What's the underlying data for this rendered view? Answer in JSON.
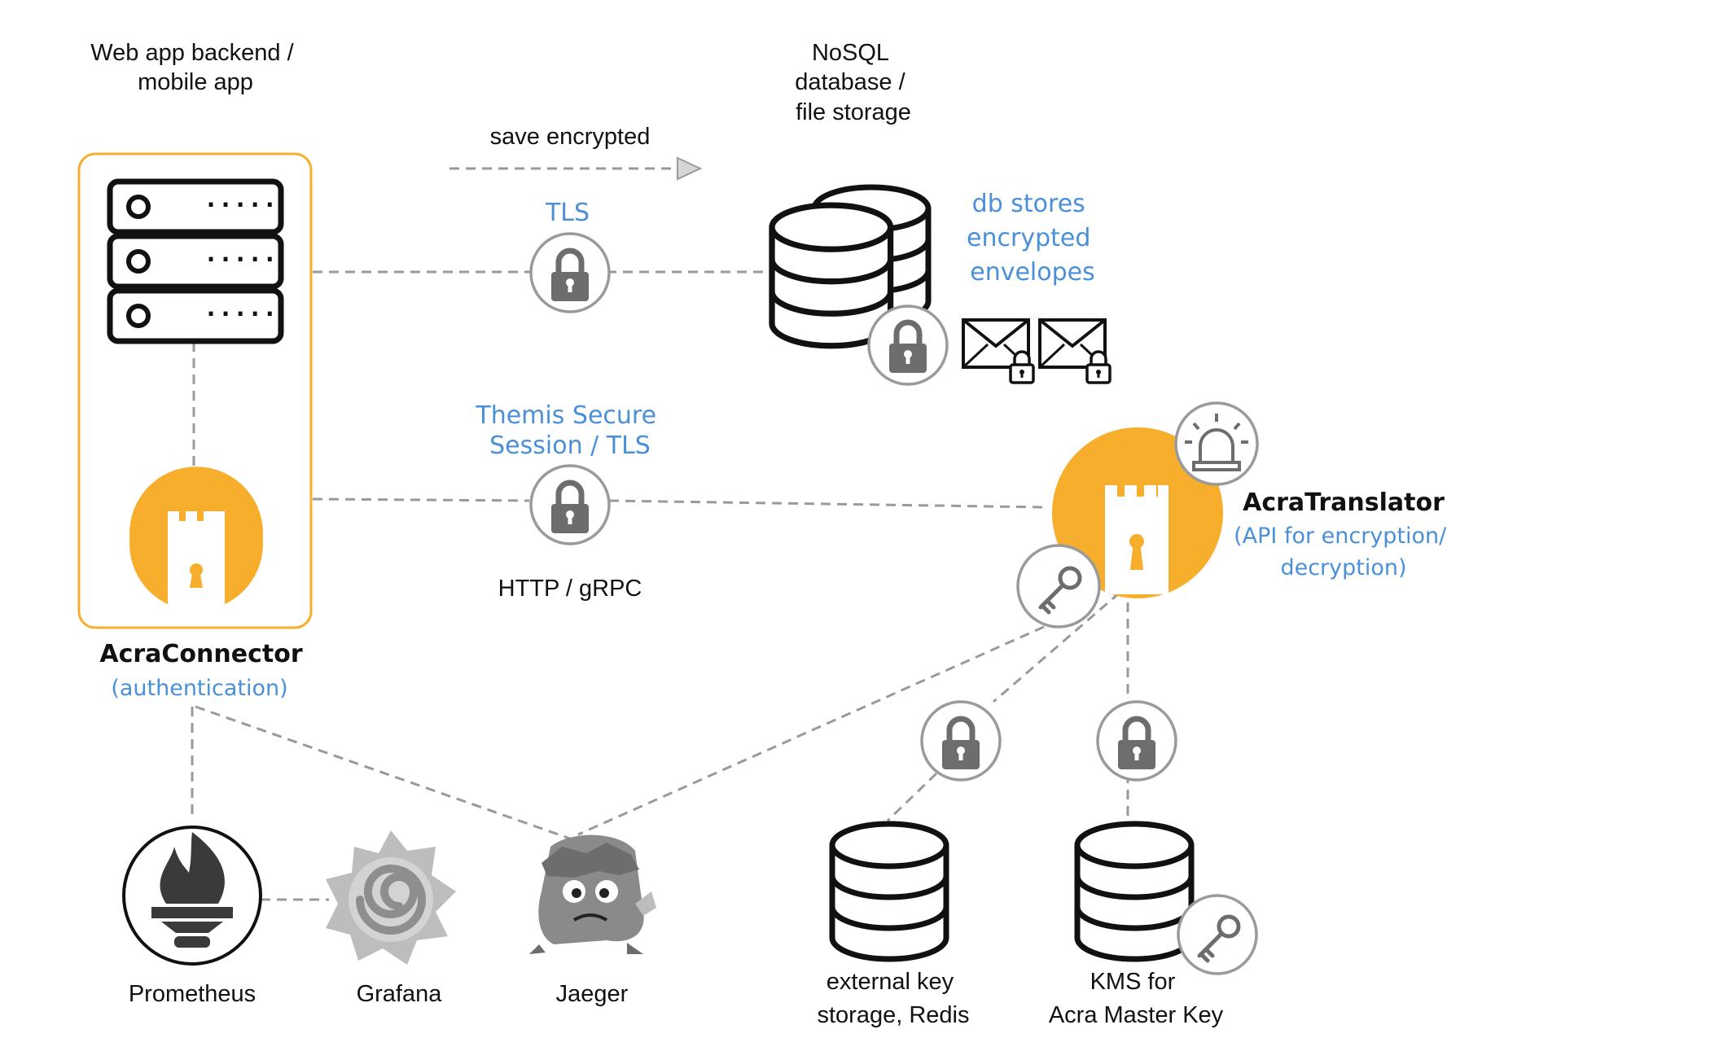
{
  "labels": {
    "web_app": [
      "Web app backend /",
      "mobile app"
    ],
    "nosql": [
      "NoSQL",
      "database /",
      "file storage"
    ],
    "save_encrypted": "save encrypted",
    "tls": "TLS",
    "db_stores": [
      "db stores",
      "encrypted",
      "envelopes"
    ],
    "themis": [
      "Themis Secure",
      "Session / TLS"
    ],
    "http_grpc": "HTTP / gRPC",
    "acra_translator": "AcraTranslator",
    "acra_translator_sub": [
      "(API for encryption/",
      "decryption)"
    ],
    "acra_connector": "AcraConnector",
    "acra_connector_sub": "(authentication)",
    "prometheus": "Prometheus",
    "grafana": "Grafana",
    "jaeger": "Jaeger",
    "key_storage": [
      "external key",
      "storage, Redis"
    ],
    "kms": [
      "KMS for",
      "Acra Master Key"
    ]
  },
  "colors": {
    "accent_orange": "#f7ae2d",
    "link_blue": "#4a90d9",
    "line_gray": "#9a9a9a",
    "icon_gray": "#6d6d6d"
  }
}
